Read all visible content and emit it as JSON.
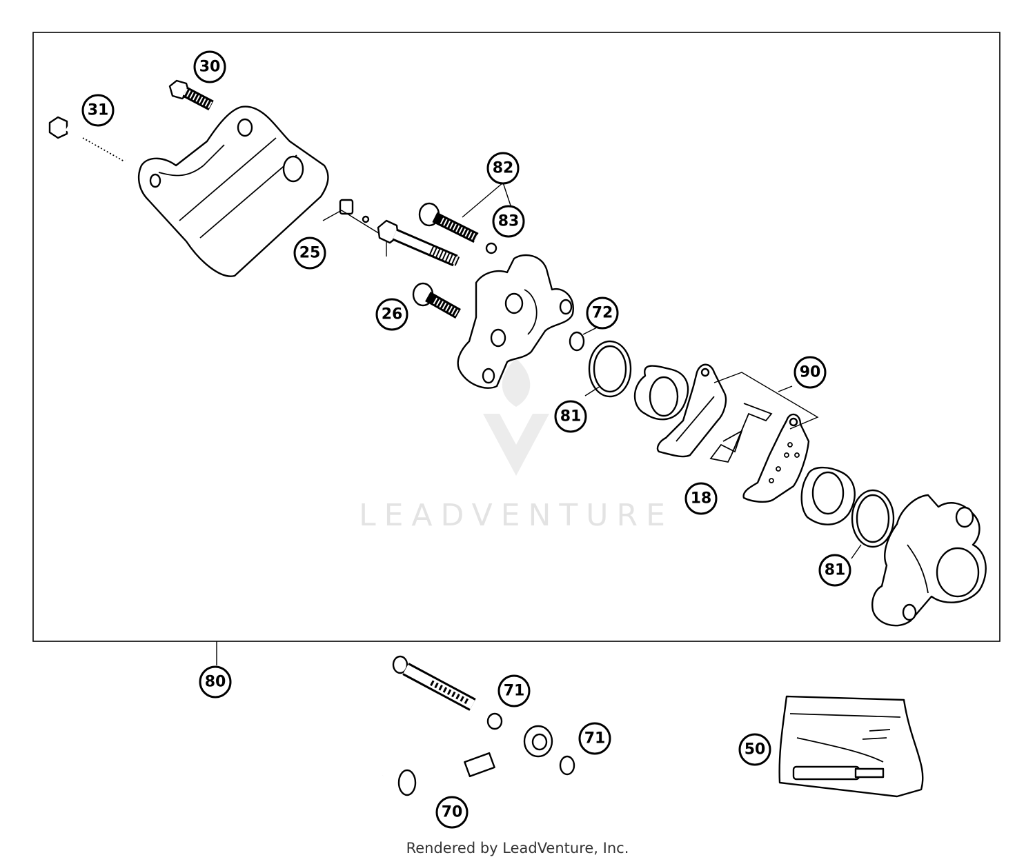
{
  "diagram": {
    "watermark": "LEADVENTURE",
    "callouts": [
      {
        "id": "c30",
        "label": "30"
      },
      {
        "id": "c31",
        "label": "31"
      },
      {
        "id": "c82",
        "label": "82"
      },
      {
        "id": "c83",
        "label": "83"
      },
      {
        "id": "c25",
        "label": "25"
      },
      {
        "id": "c26",
        "label": "26"
      },
      {
        "id": "c72",
        "label": "72"
      },
      {
        "id": "c90",
        "label": "90"
      },
      {
        "id": "c81a",
        "label": "81"
      },
      {
        "id": "c18",
        "label": "18"
      },
      {
        "id": "c81b",
        "label": "81"
      },
      {
        "id": "c80",
        "label": "80"
      },
      {
        "id": "c71a",
        "label": "71"
      },
      {
        "id": "c71b",
        "label": "71"
      },
      {
        "id": "c50",
        "label": "50"
      },
      {
        "id": "c70",
        "label": "70"
      }
    ]
  },
  "footer": {
    "text": "Rendered by LeadVenture, Inc."
  }
}
